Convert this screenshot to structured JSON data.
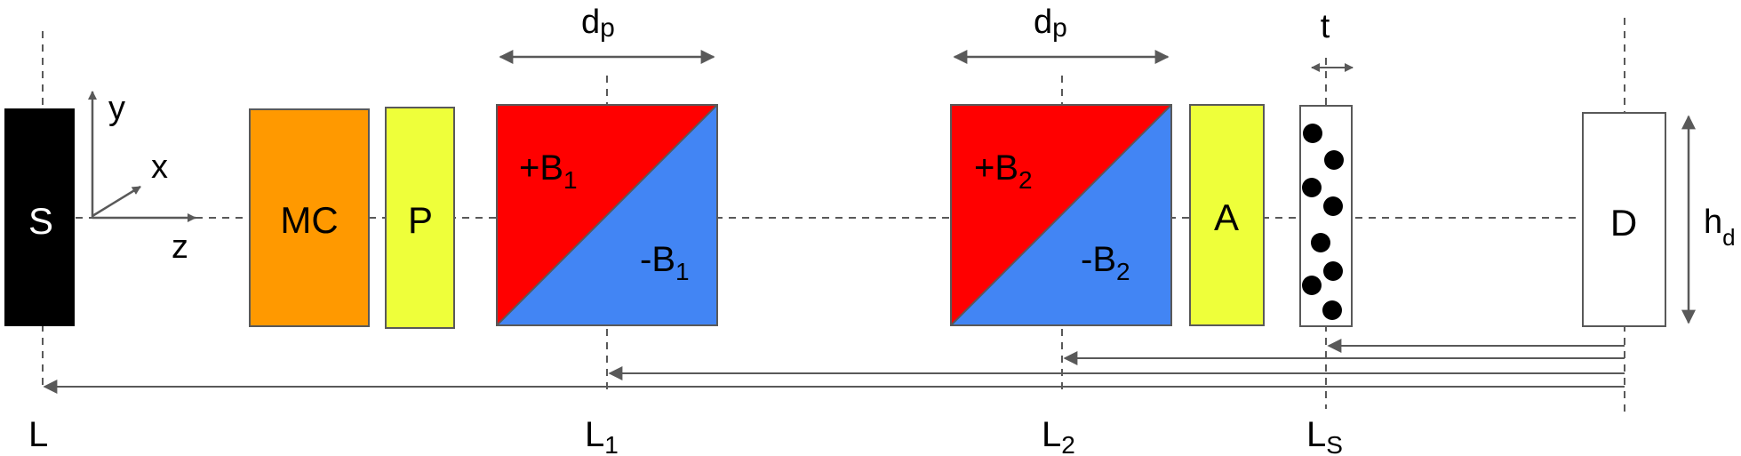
{
  "labels": {
    "source": "S",
    "monochromator": "MC",
    "polarizer": "P",
    "analyzer": "A",
    "detector": "D",
    "axis_x": "x",
    "axis_y": "y",
    "axis_z": "z",
    "prism1_width": "d",
    "prism1_width_sub": "p",
    "prism2_width": "d",
    "prism2_width_sub": "p",
    "thickness": "t",
    "detector_height": "h",
    "detector_height_sub": "d",
    "prism1_upper": "+B",
    "prism1_upper_sub": "1",
    "prism1_lower": "-B",
    "prism1_lower_sub": "1",
    "prism2_upper": "+B",
    "prism2_upper_sub": "2",
    "prism2_lower": "-B",
    "prism2_lower_sub": "2",
    "dist_L": "L",
    "dist_L1": "L",
    "dist_L1_sub": "1",
    "dist_L2": "L",
    "dist_L2_sub": "2",
    "dist_Ls": "L",
    "dist_Ls_sub": "S"
  },
  "colors": {
    "source": "#000000",
    "monochromator": "#ff9900",
    "polarizer": "#eeff3a",
    "analyzer": "#eeff3a",
    "field_positive": "#ff0000",
    "field_negative": "#4285f4",
    "detector": "#ffffff",
    "sample_particles": "#000000",
    "lines": "#595959"
  }
}
